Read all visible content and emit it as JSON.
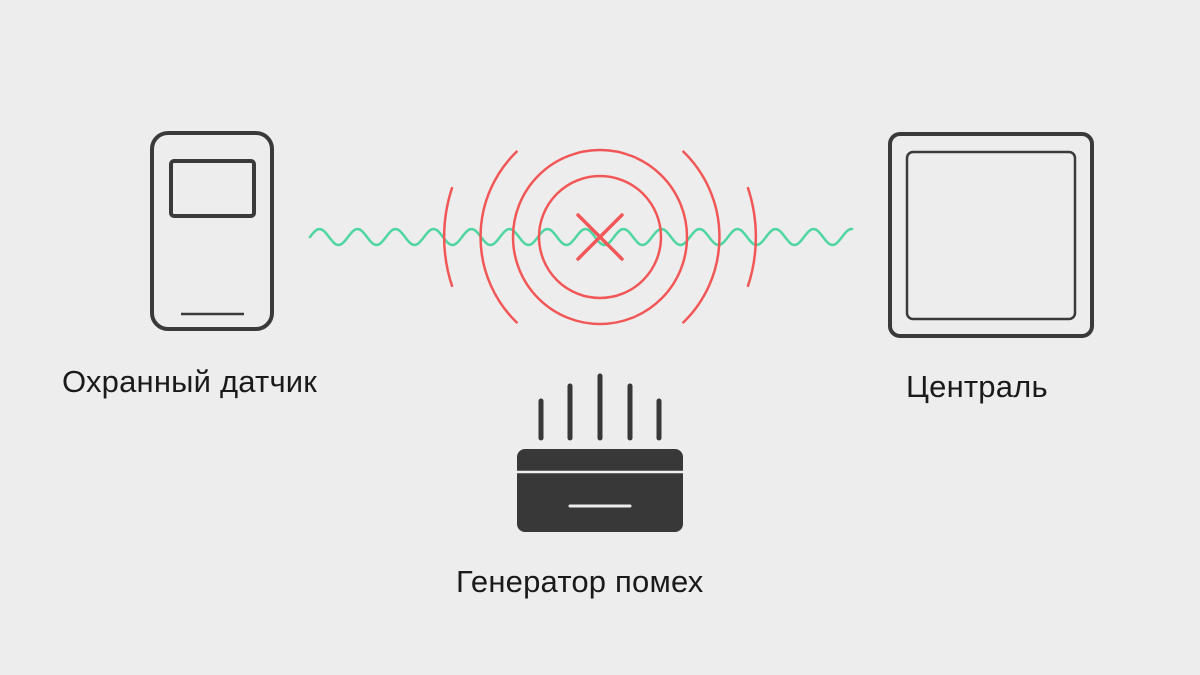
{
  "labels": {
    "sensor": "Охранный датчик",
    "hub": "Централь",
    "jammer": "Генератор помех"
  },
  "colors": {
    "background": "#ededed",
    "device_stroke": "#3a3a3a",
    "jammer_fill": "#383838",
    "signal_wave": "#4fd6a0",
    "interference": "#f25757"
  },
  "icons": {
    "sensor": "security-sensor-icon",
    "hub": "hub-icon",
    "jammer": "jammer-icon",
    "blocked": "close-icon"
  }
}
